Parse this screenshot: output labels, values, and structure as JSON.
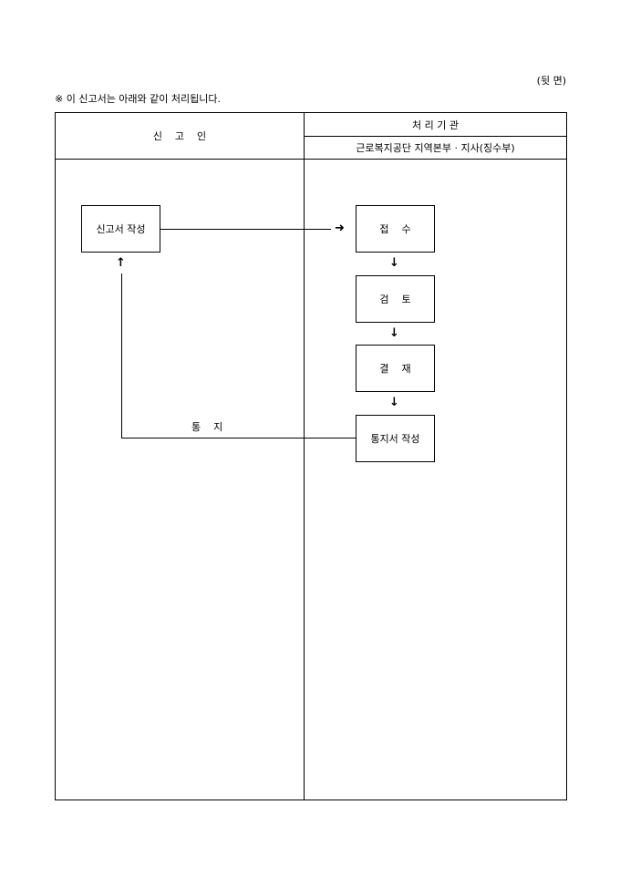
{
  "page_side": "(뒷 면)",
  "note": "※ 이 신고서는 아래와 같이 처리됩니다.",
  "table": {
    "left_header": "신    고    인",
    "right_header": "처 리 기 관",
    "right_subheader": "근로복지공단 지역본부 · 지사(징수부)"
  },
  "flow": {
    "applicant_step": "신고서 작성",
    "steps": [
      "접    수",
      "검    토",
      "결    재",
      "통지서 작성"
    ],
    "notice_label": "통    지"
  }
}
